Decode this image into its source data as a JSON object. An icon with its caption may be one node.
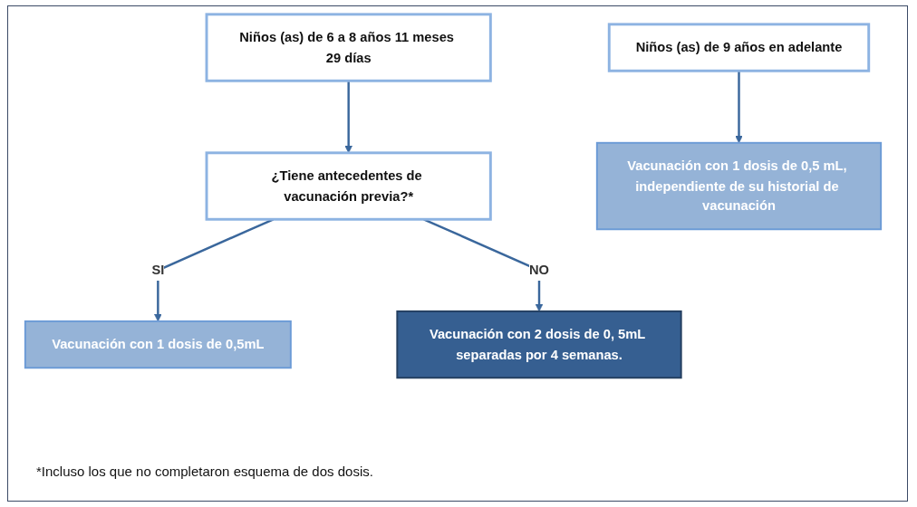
{
  "diagram": {
    "nodes": [
      {
        "text": [
          "Niños (as) de 6 a 8 años 11 meses 29 días"
        ]
      },
      {
        "text": [
          "¿Tiene antecedentes de vacunación previa?*"
        ]
      },
      {
        "text": [
          "Vacunación con 1 dosis de 0,5mL"
        ]
      },
      {
        "text": [
          "Vacunación con 2 dosis de 0, 5mL separadas por 4 semanas."
        ]
      },
      {
        "text": [
          "Niños (as) de 9 años en adelante"
        ]
      },
      {
        "text": [
          "Vacunación con 1 dosis de 0,5 mL, independiente de su historial de vacunación"
        ]
      }
    ],
    "edges": [
      {
        "from": 0,
        "to": 1,
        "arrow": "to"
      },
      {
        "from": 1,
        "to": 2,
        "arrow": "to",
        "label": "SI"
      },
      {
        "from": 1,
        "to": 3,
        "arrow": "to",
        "label": "NO"
      },
      {
        "from": 4,
        "to": 5,
        "arrow": "to"
      }
    ],
    "labels": [
      "*Incluso los que no completaron esquema de dos dosis."
    ]
  }
}
